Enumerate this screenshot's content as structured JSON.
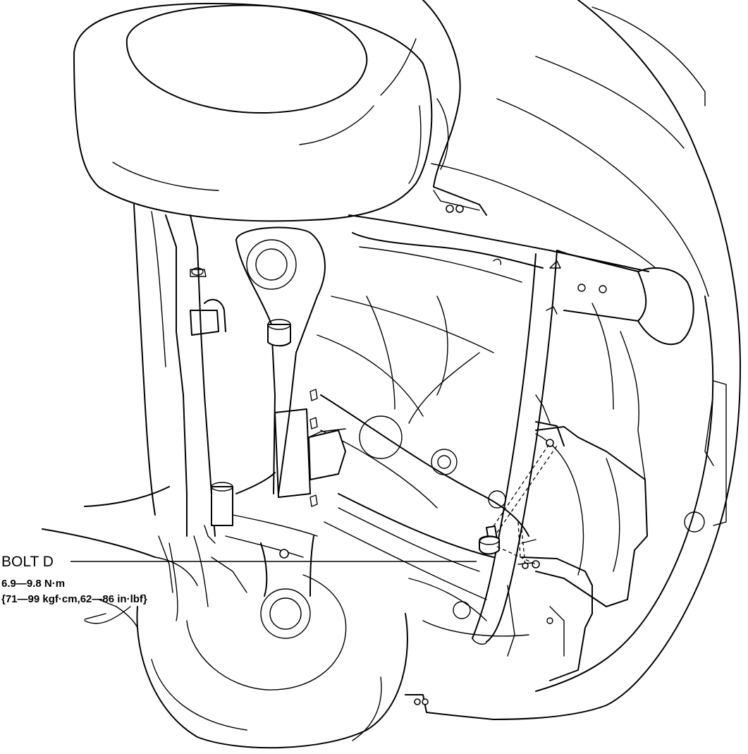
{
  "figure": {
    "callout": {
      "part_label": "BOLT D",
      "torque_metric": "6.9—9.8 N·m",
      "torque_imperial": "{71—99 kgf·cm,62—86 in·lbf}"
    },
    "colors": {
      "line": "#000000",
      "background": "#ffffff"
    },
    "icons": [
      "bolt-icon",
      "leader-line",
      "dashed-assembly-line"
    ]
  }
}
